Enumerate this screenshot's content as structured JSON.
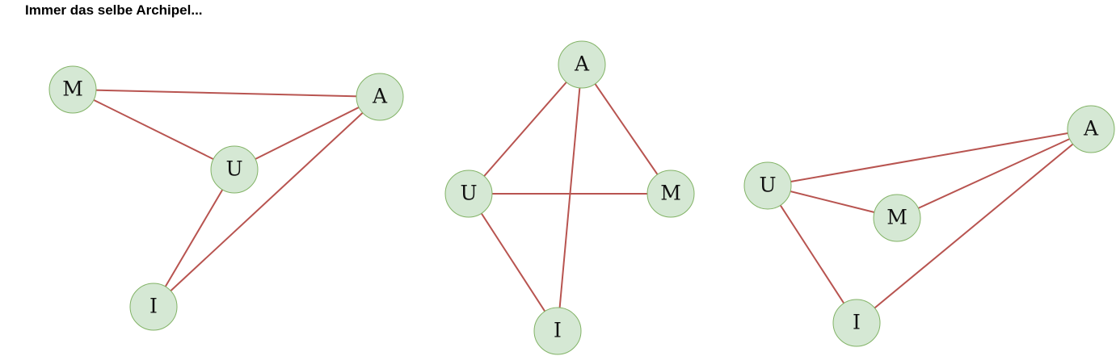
{
  "title": "Immer das selbe Archipel...",
  "colors": {
    "edge": "#b85450",
    "node_fill": "#d5e8d4",
    "node_stroke": "#82b366"
  },
  "graphs": [
    {
      "nodes": [
        {
          "id": "M",
          "label": "M"
        },
        {
          "id": "A",
          "label": "A"
        },
        {
          "id": "U",
          "label": "U"
        },
        {
          "id": "I",
          "label": "I"
        }
      ],
      "edges": [
        [
          "M",
          "A"
        ],
        [
          "M",
          "U"
        ],
        [
          "U",
          "A"
        ],
        [
          "U",
          "I"
        ],
        [
          "I",
          "A"
        ]
      ]
    },
    {
      "nodes": [
        {
          "id": "A",
          "label": "A"
        },
        {
          "id": "U",
          "label": "U"
        },
        {
          "id": "M",
          "label": "M"
        },
        {
          "id": "I",
          "label": "I"
        }
      ],
      "edges": [
        [
          "A",
          "U"
        ],
        [
          "A",
          "M"
        ],
        [
          "A",
          "I"
        ],
        [
          "U",
          "M"
        ],
        [
          "U",
          "I"
        ]
      ]
    },
    {
      "nodes": [
        {
          "id": "A",
          "label": "A"
        },
        {
          "id": "U",
          "label": "U"
        },
        {
          "id": "M",
          "label": "M"
        },
        {
          "id": "I",
          "label": "I"
        }
      ],
      "edges": [
        [
          "U",
          "A"
        ],
        [
          "U",
          "M"
        ],
        [
          "M",
          "A"
        ],
        [
          "U",
          "I"
        ],
        [
          "I",
          "A"
        ]
      ]
    }
  ]
}
